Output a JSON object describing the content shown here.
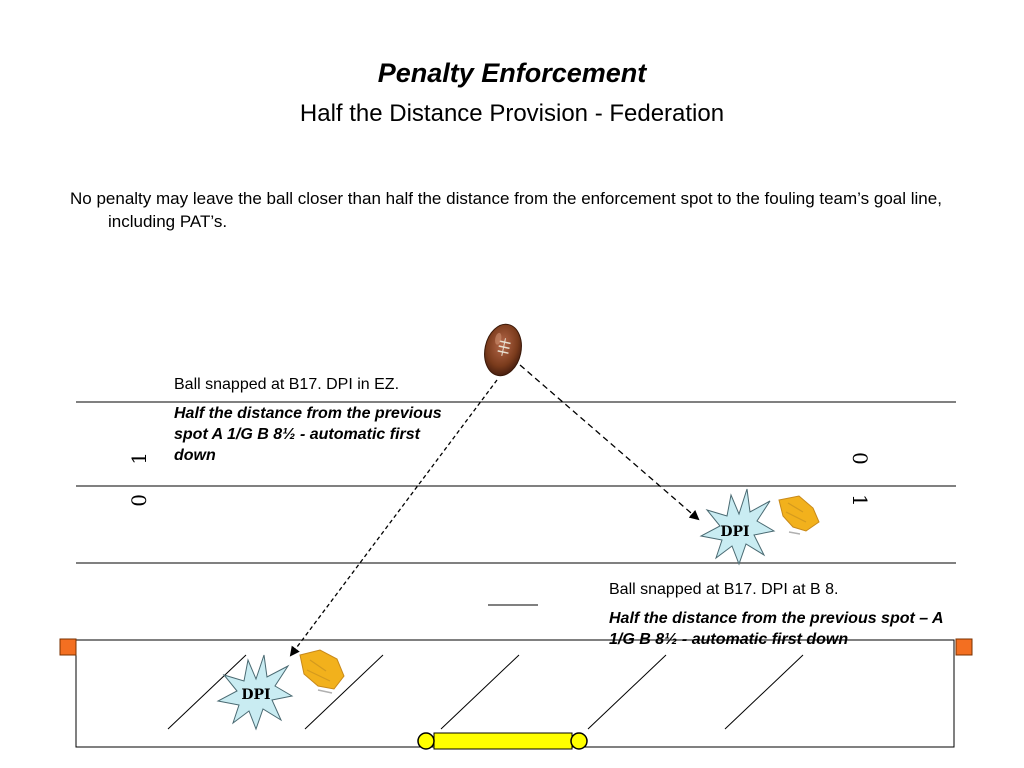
{
  "header": {
    "title": "Penalty Enforcement",
    "subtitle": "Half the Distance Provision - Federation"
  },
  "intro_text": "No penalty may leave the ball closer than half the distance from the enforcement spot to the fouling team’s goal line, including PAT’s.",
  "scenarios": [
    {
      "situation": "Ball snapped at B17.  DPI in EZ.",
      "result": "Half the distance from the previous spot  A 1/G B 8½ - automatic first down"
    },
    {
      "situation": "Ball snapped at B17.  DPI at B 8.",
      "result": "Half the distance from the previous spot – A 1/G B 8½ - automatic first down"
    }
  ],
  "badges": {
    "dpi_upper": "DPI",
    "dpi_lower": "DPI"
  },
  "yard_numbers": {
    "left_top": "1",
    "left_bottom": "0",
    "right_top": "0",
    "right_bottom": "1"
  },
  "colors": {
    "field_lines": "#000000",
    "pylon": "#f36f21",
    "goalpost": "#ffff00",
    "flag": "#f2b11c",
    "burst": "#c9ecf2",
    "football": "#7a3b1c"
  },
  "icons": [
    "football-icon",
    "penalty-flag-icon",
    "pylon-icon",
    "goalpost-icon"
  ]
}
